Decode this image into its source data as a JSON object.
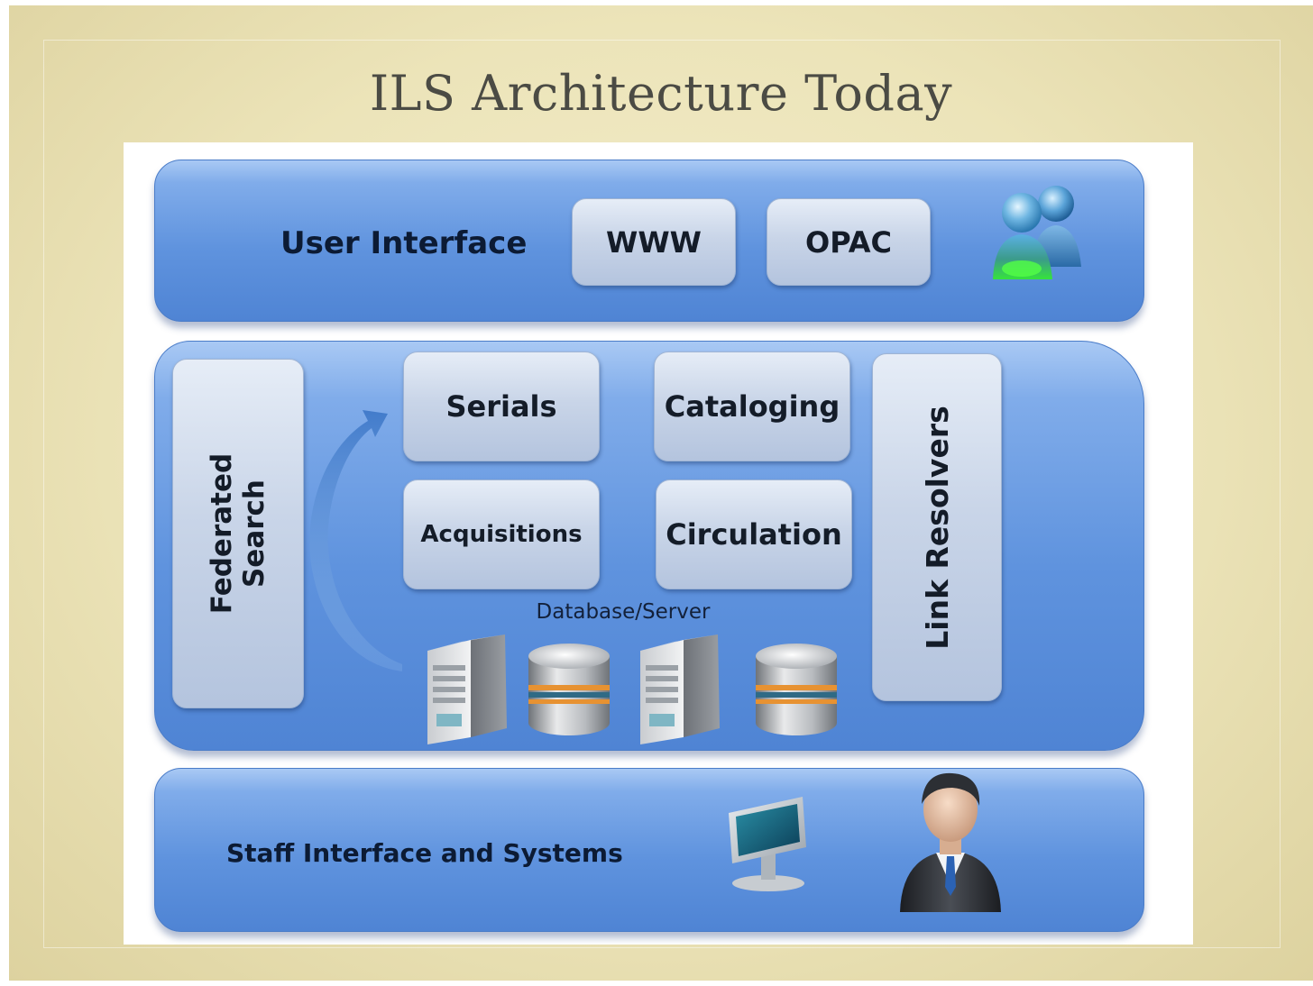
{
  "slide": {
    "title": "ILS Architecture Today"
  },
  "layers": {
    "user_interface": {
      "label": "User Interface",
      "modules": [
        "WWW",
        "OPAC"
      ],
      "icon": "users-icon"
    },
    "core": {
      "left_module": {
        "line1": "Federated",
        "line2": "Search"
      },
      "modules": [
        "Serials",
        "Cataloging",
        "Acquisitions",
        "Circulation"
      ],
      "right_module": "Link Resolvers",
      "database_label": "Database/Server",
      "icons": [
        "server-icon",
        "database-icon",
        "server-icon",
        "database-icon"
      ]
    },
    "staff": {
      "label": "Staff Interface and Systems",
      "icons": [
        "monitor-icon",
        "businessman-icon"
      ]
    }
  },
  "colors": {
    "slide_background": "#ece4b9",
    "band_blue": "#5f93de",
    "module_fill": "#c9d5e8",
    "label_text": "#0c1b34"
  }
}
